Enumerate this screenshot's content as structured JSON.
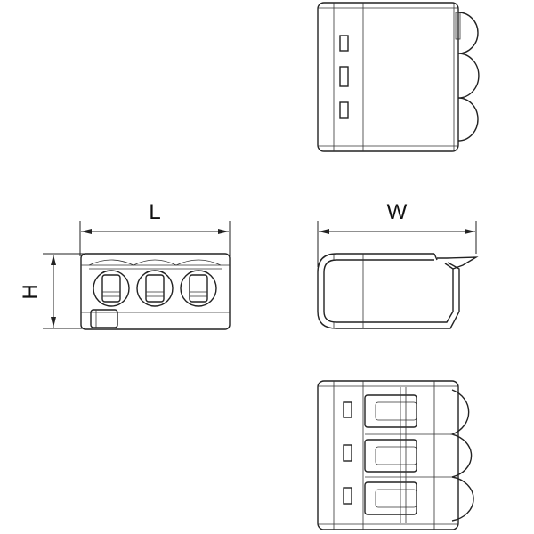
{
  "dimensions": {
    "length_label": "L",
    "width_label": "W",
    "height_label": "H"
  },
  "colors": {
    "line": "#222222",
    "background": "#ffffff"
  }
}
